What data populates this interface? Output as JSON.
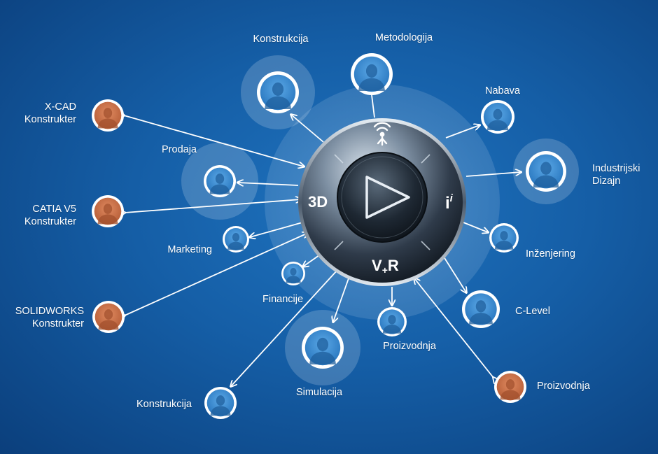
{
  "colors": {
    "background": "#155ea6",
    "person_blue": "#3b8fd4",
    "person_orange": "#c8714a",
    "ring": "#ffffff",
    "arrow": "#ffffff"
  },
  "hub": {
    "center_icon": "play-icon",
    "top_icon": "antenna-icon",
    "left_label": "3D",
    "right_label": "i",
    "right_label_sup": "i",
    "bottom_label_v": "V",
    "bottom_label_plus": "+",
    "bottom_label_r": "R"
  },
  "people": {
    "konstrukcija_top": "Konstrukcija",
    "metodologija": "Metodologija",
    "nabava": "Nabava",
    "industrijski_dizajn": "Industrijski\nDizajn",
    "inzenjering": "Inženjering",
    "c_level": "C-Level",
    "proizvodnja_orange": "Proizvodnja",
    "proizvodnja_blue": "Proizvodnja",
    "simulacija": "Simulacija",
    "konstrukcija_bottom": "Konstrukcija",
    "financije": "Financije",
    "marketing": "Marketing",
    "prodaja": "Prodaja",
    "xcad": "X-CAD\nKonstrukter",
    "catia": "CATIA V5\nKonstrukter",
    "solidworks": "SOLIDWORKS\nKonstrukter"
  }
}
